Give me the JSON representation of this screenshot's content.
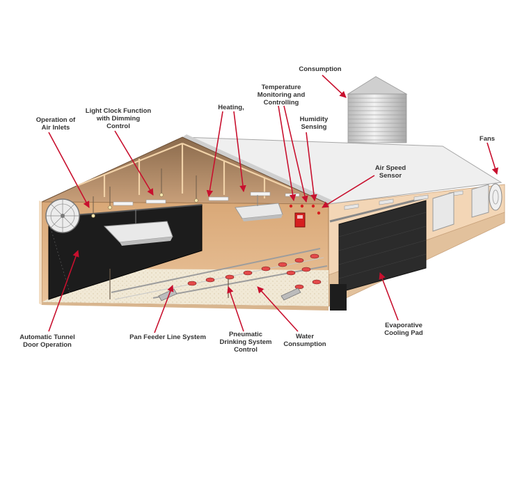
{
  "labels": {
    "consumption": [
      "Consumption"
    ],
    "temperature": [
      "Temperature",
      "Monitoring and",
      "Controlling"
    ],
    "heating": [
      "Heating,"
    ],
    "light_clock": [
      "Light Clock Function",
      "with Dimming",
      "Control"
    ],
    "air_inlets": [
      "Operation of",
      "Air Inlets"
    ],
    "humidity": [
      "Humidity",
      "Sensing"
    ],
    "fans": [
      "Fans"
    ],
    "air_speed": [
      "Air Speed",
      "Sensor"
    ],
    "tunnel_door": [
      "Automatic Tunnel",
      "Door Operation"
    ],
    "pan_feeder": [
      "Pan Feeder Line System"
    ],
    "pneumatic": [
      "Pneumatic",
      "Drinking System",
      "Control"
    ],
    "water": [
      "Water",
      "Consumption"
    ],
    "evaporative": [
      "Evaporative",
      "Cooling Pad"
    ]
  },
  "colors": {
    "arrow": "#c8102e",
    "roof": "#efefef",
    "wall": "#e8b98a",
    "floor": "#f1e9d6",
    "curtain": "#1c1c1c",
    "siding": "#f4dcc0",
    "silo": "#d8d8d8"
  },
  "icons": [
    "exhaust-fan-icon",
    "heater-icon",
    "feeder-pan-icon",
    "control-panel-icon",
    "silo-icon"
  ]
}
